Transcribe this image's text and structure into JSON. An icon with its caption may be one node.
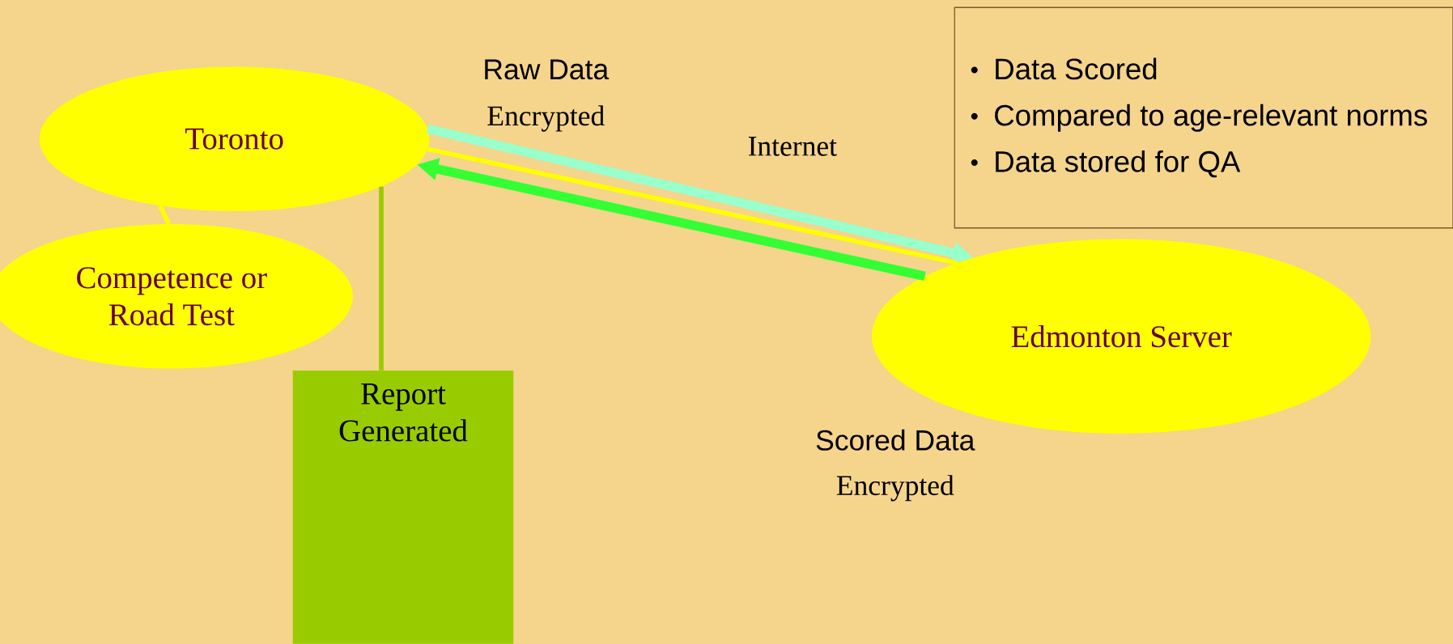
{
  "diagram": {
    "nodes": [
      {
        "text": [
          "Toronto"
        ]
      },
      {
        "text": [
          "Competence or Road Test"
        ]
      },
      {
        "text": [
          "Report Generated"
        ]
      },
      {
        "text": [
          "Edmonton Server"
        ]
      },
      {
        "text": [
          "Data Scored",
          "Compared to age-relevant norms",
          "Data stored for QA"
        ]
      }
    ],
    "edges": [
      {
        "from": 0,
        "to": 1,
        "arrow": "none",
        "color": "#ffff00"
      },
      {
        "from": 0,
        "to": 2,
        "arrow": "none",
        "color": "#99cc00"
      },
      {
        "from": 0,
        "to": 3,
        "arrow": "to",
        "style": "thick",
        "color": "#99ffcc"
      },
      {
        "from": 0,
        "to": 3,
        "arrow": "none",
        "color": "#ffff00"
      },
      {
        "from": 3,
        "to": 0,
        "arrow": "to",
        "style": "thick",
        "color": "#33ff33"
      }
    ],
    "labels": [
      "Raw Data",
      "Encrypted",
      "Internet",
      "Scored Data",
      "Encrypted"
    ]
  }
}
